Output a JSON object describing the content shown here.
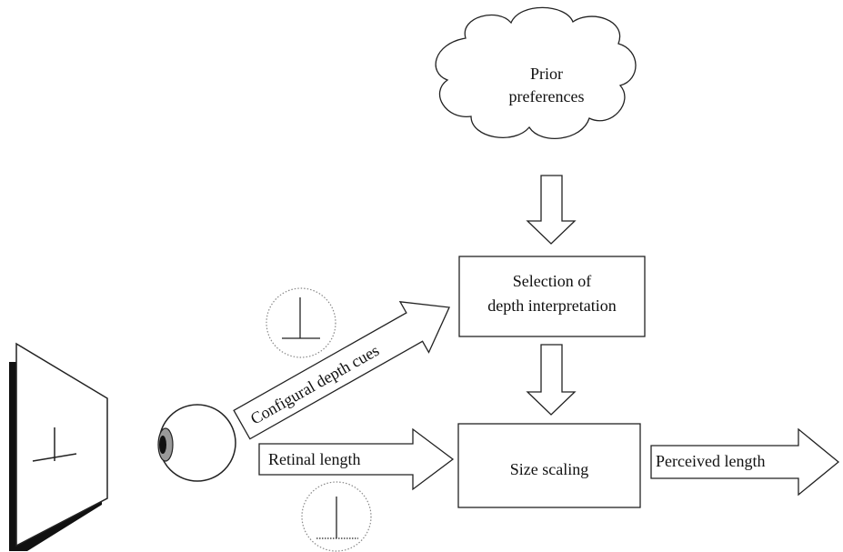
{
  "cloud": {
    "line1": "Prior",
    "line2": "preferences"
  },
  "selection_box": {
    "line1": "Selection of",
    "line2": "depth interpretation"
  },
  "size_box": {
    "label": "Size scaling"
  },
  "arrows": {
    "configural": "Configural depth cues",
    "retinal": "Retinal length",
    "perceived": "Perceived length"
  },
  "colors": {
    "stroke": "#222222",
    "screen_shadow": "#111111",
    "iris": "#9a9a9a",
    "pupil": "#111111",
    "dotted_circle": "#888888"
  }
}
